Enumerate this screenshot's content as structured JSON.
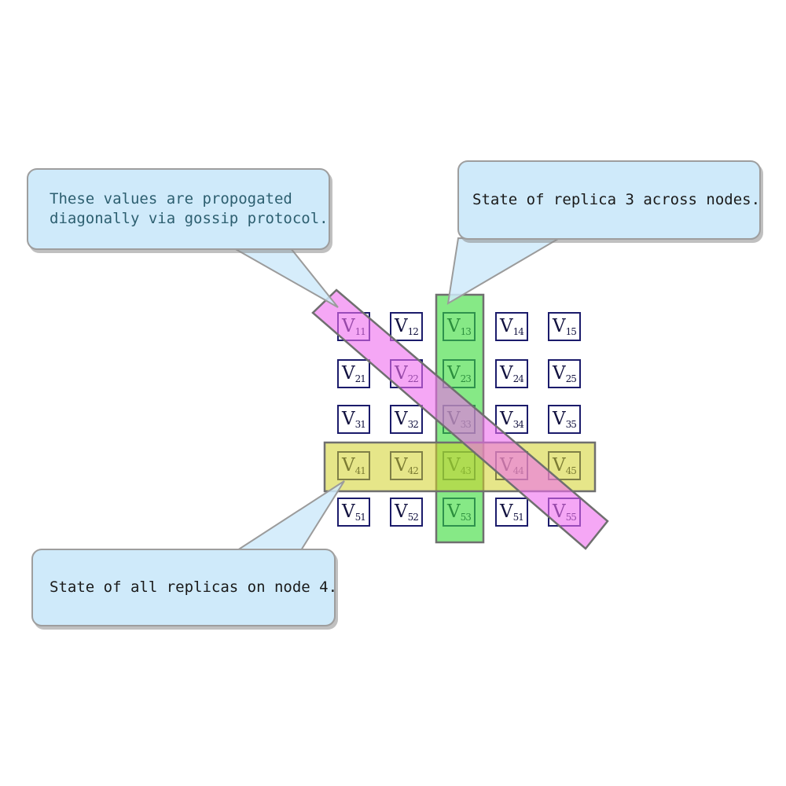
{
  "diagram": {
    "background": "#ffffff",
    "matrix": {
      "letter": "V",
      "rows": [
        [
          "11",
          "12",
          "13",
          "14",
          "15"
        ],
        [
          "21",
          "22",
          "23",
          "24",
          "25"
        ],
        [
          "31",
          "32",
          "33",
          "34",
          "35"
        ],
        [
          "41",
          "42",
          "43",
          "44",
          "45"
        ],
        [
          "51",
          "52",
          "53",
          "51",
          "55"
        ]
      ],
      "cell_border_color": "#1b1b6b"
    },
    "highlights": {
      "column_band": {
        "meaning": "replica 3 column",
        "fill": "#3cdc3c"
      },
      "row_band": {
        "meaning": "node 4 row",
        "fill": "#d2d228"
      },
      "diagonal_band": {
        "meaning": "gossip diagonal",
        "fill": "#ee6cee"
      },
      "band_stroke": "#6f6f6f"
    },
    "callouts": [
      {
        "id": "gossip",
        "lines": [
          "These values are propogated",
          "diagonally via gossip protocol."
        ],
        "text_color": "#2d5f70"
      },
      {
        "id": "replica",
        "lines": [
          "State of replica 3 across nodes."
        ],
        "text_color": "#1a1a1a"
      },
      {
        "id": "node",
        "lines": [
          "State of all replicas on node 4."
        ],
        "text_color": "#1a1a1a"
      }
    ],
    "callout_fill": "#cfeafa",
    "callout_border": "#9e9e9e"
  }
}
